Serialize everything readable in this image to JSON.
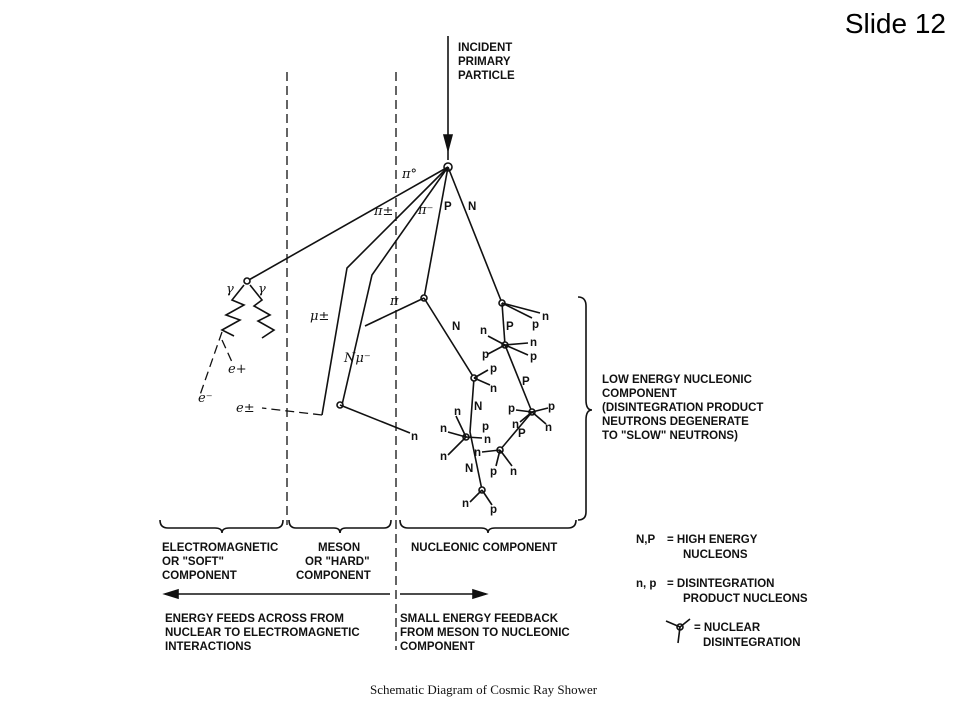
{
  "slide": {
    "number_label": "Slide 12"
  },
  "incident": {
    "line1": "INCIDENT",
    "line2": "PRIMARY",
    "line3": "PARTICLE"
  },
  "particles": {
    "pi0": "π°",
    "pi_pm_1": "π±",
    "pi_minus": "π⁻",
    "P": "P",
    "N": "N",
    "gamma": "γ",
    "mu_pm": "μ±",
    "N_mu": "Nμ⁻",
    "e_plus": "e+",
    "e_minus": "e⁻",
    "e_pm": "e±",
    "pi_small": "π",
    "n": "n",
    "p": "p"
  },
  "low_energy": {
    "line1": "LOW ENERGY NUCLEONIC",
    "line2": "COMPONENT",
    "line3": "(DISINTEGRATION PRODUCT",
    "line4": "NEUTRONS DEGENERATE",
    "line5": "TO \"SLOW\" NEUTRONS)"
  },
  "components": {
    "em": {
      "line1": "ELECTROMAGNETIC",
      "line2": "OR \"SOFT\"",
      "line3": "COMPONENT"
    },
    "meson": {
      "line1": "MESON",
      "line2": "OR \"HARD\"",
      "line3": "COMPONENT"
    },
    "nucleonic": {
      "line1": "NUCLEONIC COMPONENT"
    }
  },
  "legend": {
    "np_key": "N,P",
    "np_desc1": "= HIGH ENERGY",
    "np_desc2": "NUCLEONS",
    "small_np_key": "n, p",
    "small_np_desc1": "= DISINTEGRATION",
    "small_np_desc2": "PRODUCT NUCLEONS",
    "star_desc1": "= NUCLEAR",
    "star_desc2": "DISINTEGRATION"
  },
  "feeds": {
    "left": {
      "line1": "ENERGY FEEDS ACROSS FROM",
      "line2": "NUCLEAR TO ELECTROMAGNETIC",
      "line3": "INTERACTIONS"
    },
    "right": {
      "line1": "SMALL ENERGY FEEDBACK",
      "line2": "FROM MESON TO NUCLEONIC",
      "line3": "COMPONENT"
    }
  },
  "caption": "Schematic Diagram of Cosmic Ray Shower"
}
